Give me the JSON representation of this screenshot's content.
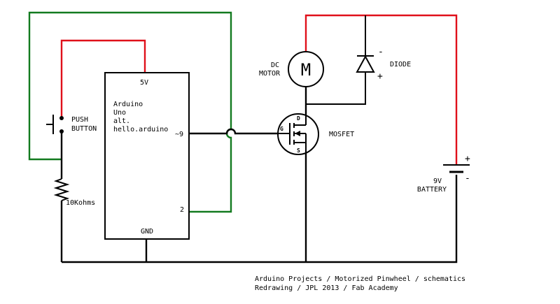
{
  "components": {
    "arduino": {
      "name_lines": [
        "Arduino",
        "Uno",
        "alt.",
        "hello.arduino"
      ],
      "pin_5v": "5V",
      "pin_9": "~9",
      "pin_2": "2",
      "pin_gnd": "GND"
    },
    "push_button": {
      "label_lines": [
        "PUSH",
        "BUTTON"
      ]
    },
    "resistor": {
      "label": "10Kohms"
    },
    "motor": {
      "label_lines": [
        "DC",
        "MOTOR"
      ],
      "symbol": "M"
    },
    "diode": {
      "label": "DIODE",
      "minus": "-",
      "plus": "+"
    },
    "mosfet": {
      "label": "MOSFET",
      "gate": "G",
      "drain": "D",
      "source": "S"
    },
    "battery": {
      "label_lines": [
        "9V",
        "BATTERY"
      ],
      "plus": "+",
      "minus": "-"
    }
  },
  "credits": {
    "line1": "Arduino Projects / Motorized Pinwheel / schematics",
    "line2": "Redrawing / JPL 2013 / Fab Academy"
  },
  "colors": {
    "wire_black": "#000000",
    "wire_red": "#e0101a",
    "wire_green": "#127a1f",
    "background": "#ffffff"
  }
}
